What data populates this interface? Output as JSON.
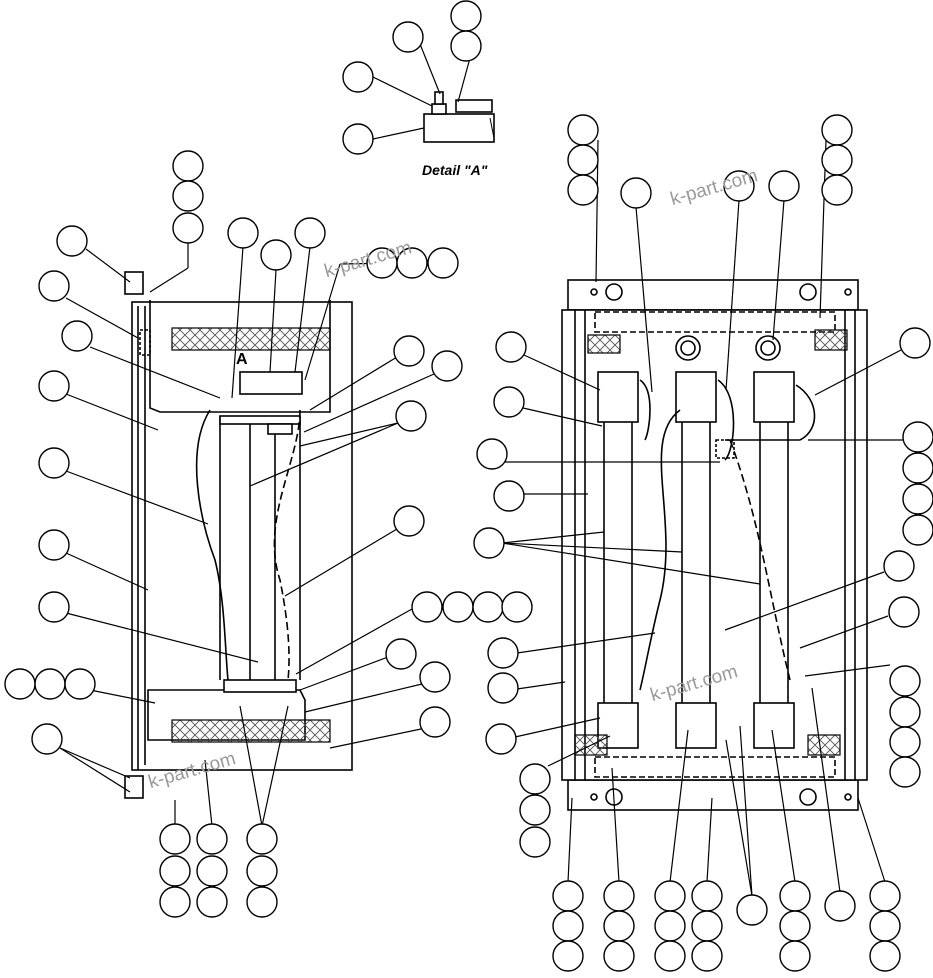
{
  "detail_title": "Detail \"A\"",
  "detail_marker": "A",
  "watermark": "k-part.com",
  "colors": {
    "line": "#000000",
    "paper": "#ffffff",
    "watermark": "#9a9a9a",
    "hatch": "#555555"
  }
}
